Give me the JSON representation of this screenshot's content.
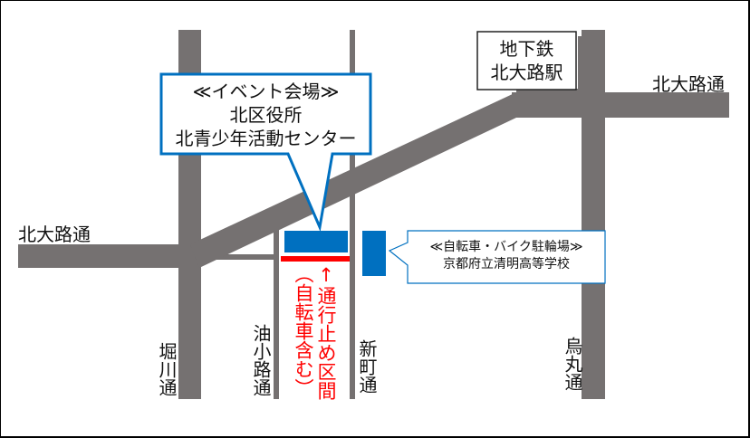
{
  "colors": {
    "road": "#757171",
    "venue_blue": "#0070c0",
    "closure_red": "#ff0000",
    "text": "#111111",
    "border": "#000000"
  },
  "streets": {
    "kitaoji_west": "北大路通",
    "kitaoji_east": "北大路通",
    "horikawa": "堀川通",
    "aburanokoji": "油小路通",
    "shinmachi": "新町通",
    "karasuma": "烏丸通"
  },
  "station": {
    "line1": "地下鉄",
    "line2": "北大路駅"
  },
  "venue_callout": {
    "line1": "≪イベント会場≫",
    "line2": "北区役所",
    "line3": "北青少年活動センター"
  },
  "bike_callout": {
    "line1": "≪自転車・バイク駐輪場≫",
    "line2": "京都府立清明高等学校"
  },
  "closure": {
    "line1": "↑通行止め区間",
    "line2": "（自転車含む）"
  }
}
